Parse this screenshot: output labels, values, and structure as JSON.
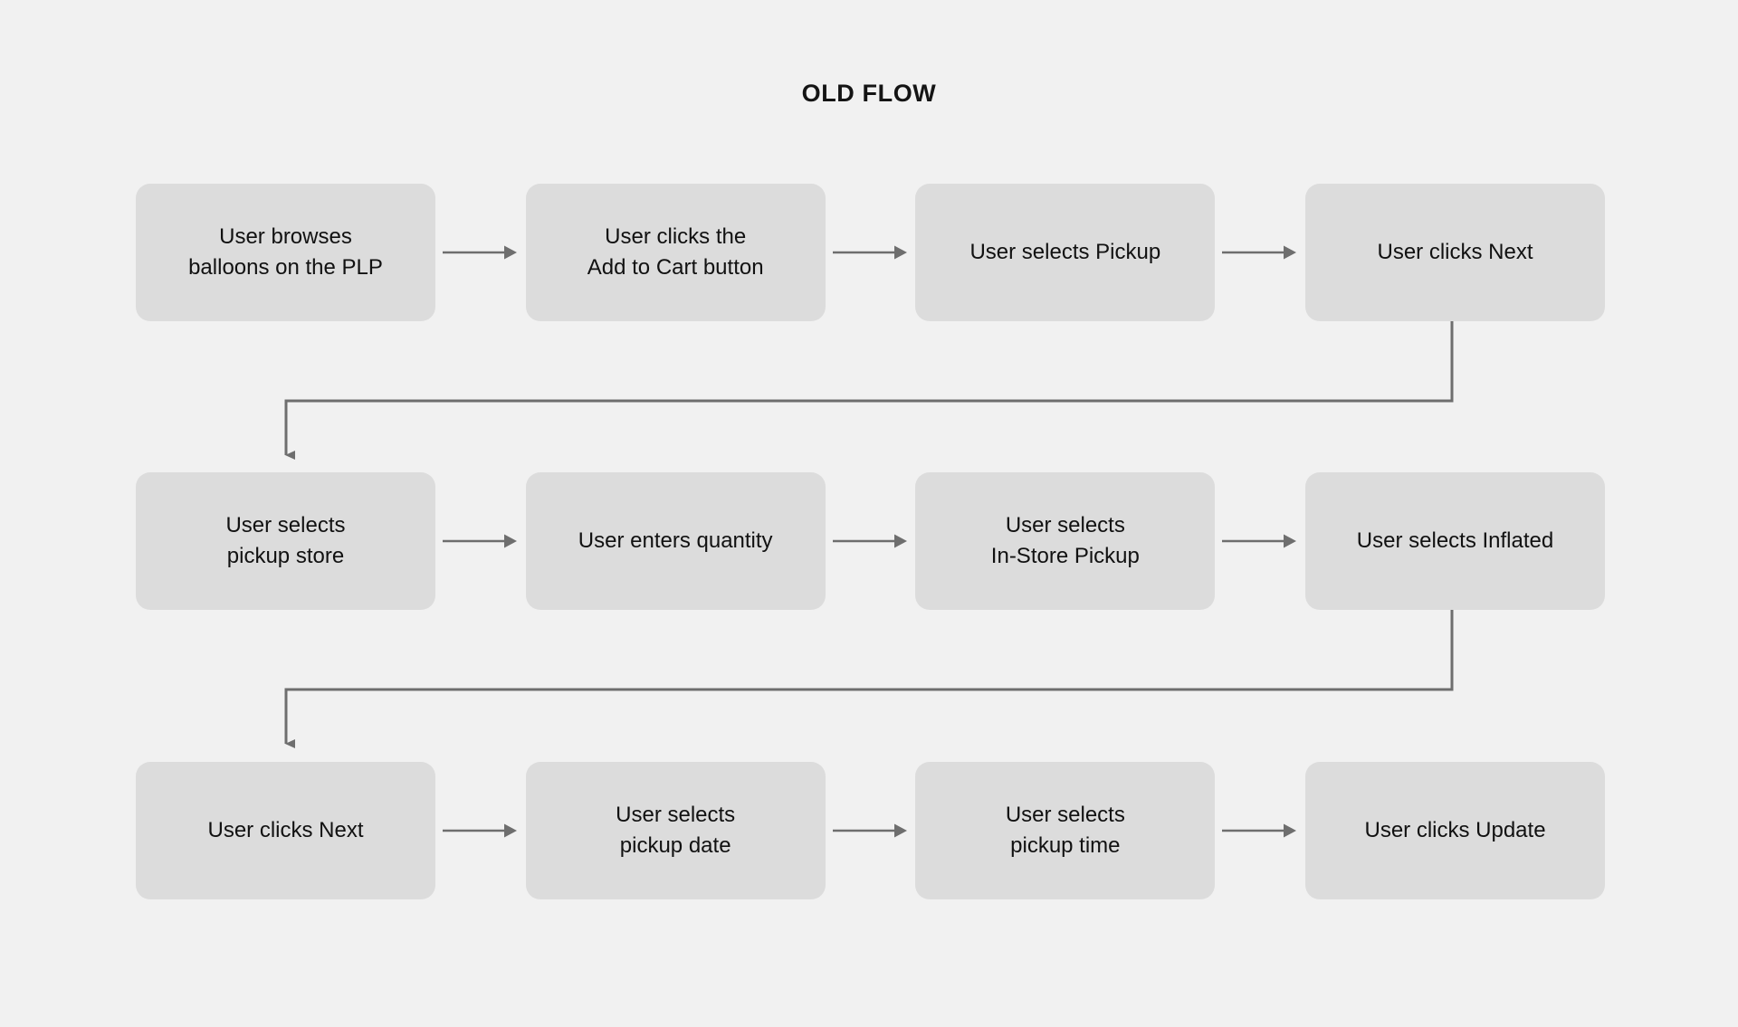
{
  "page": {
    "background_color": "#f1f1f1",
    "title": "OLD FLOW"
  },
  "style": {
    "node_fill": "#dcdcdc",
    "node_text_color": "#111111",
    "arrow_color": "#6e6e6e",
    "title_color": "#141414"
  },
  "flow": {
    "rows": [
      {
        "id": "row-1",
        "nodes": [
          {
            "id": "node-1",
            "label": "User browses\nballoons on the PLP"
          },
          {
            "id": "node-2",
            "label": "User clicks the\nAdd to Cart button"
          },
          {
            "id": "node-3",
            "label": "User selects Pickup"
          },
          {
            "id": "node-4",
            "label": "User clicks Next"
          }
        ]
      },
      {
        "id": "row-2",
        "nodes": [
          {
            "id": "node-5",
            "label": "User selects\npickup store"
          },
          {
            "id": "node-6",
            "label": "User enters quantity"
          },
          {
            "id": "node-7",
            "label": "User selects\nIn-Store Pickup"
          },
          {
            "id": "node-8",
            "label": "User selects Inflated"
          }
        ]
      },
      {
        "id": "row-3",
        "nodes": [
          {
            "id": "node-9",
            "label": "User clicks Next"
          },
          {
            "id": "node-10",
            "label": "User selects\npickup date"
          },
          {
            "id": "node-11",
            "label": "User selects\npickup time"
          },
          {
            "id": "node-12",
            "label": "User clicks Update"
          }
        ]
      }
    ],
    "wrap_connectors": [
      {
        "id": "connector-row1-to-row2",
        "from": "node-4",
        "to": "node-5"
      },
      {
        "id": "connector-row2-to-row3",
        "from": "node-8",
        "to": "node-9"
      }
    ],
    "inline_arrow_count": 9
  }
}
